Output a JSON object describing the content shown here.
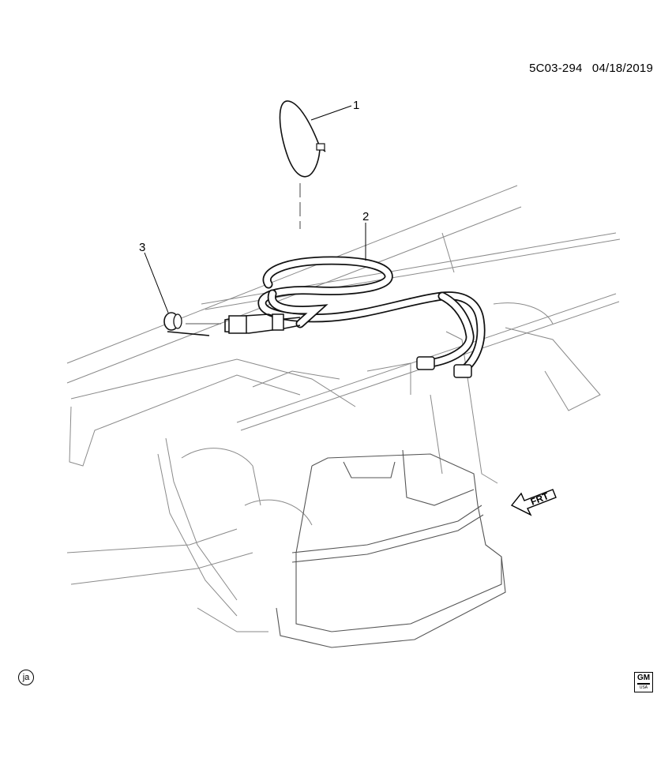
{
  "header": {
    "doc_code": "5C03-294",
    "doc_date": "04/18/2019"
  },
  "callouts": [
    {
      "number": "1"
    },
    {
      "number": "2"
    },
    {
      "number": "3"
    }
  ],
  "direction_marker": {
    "label": "FRT"
  },
  "footer": {
    "language_code": "ja",
    "logo_letters": "GM",
    "logo_sub": "USA"
  }
}
